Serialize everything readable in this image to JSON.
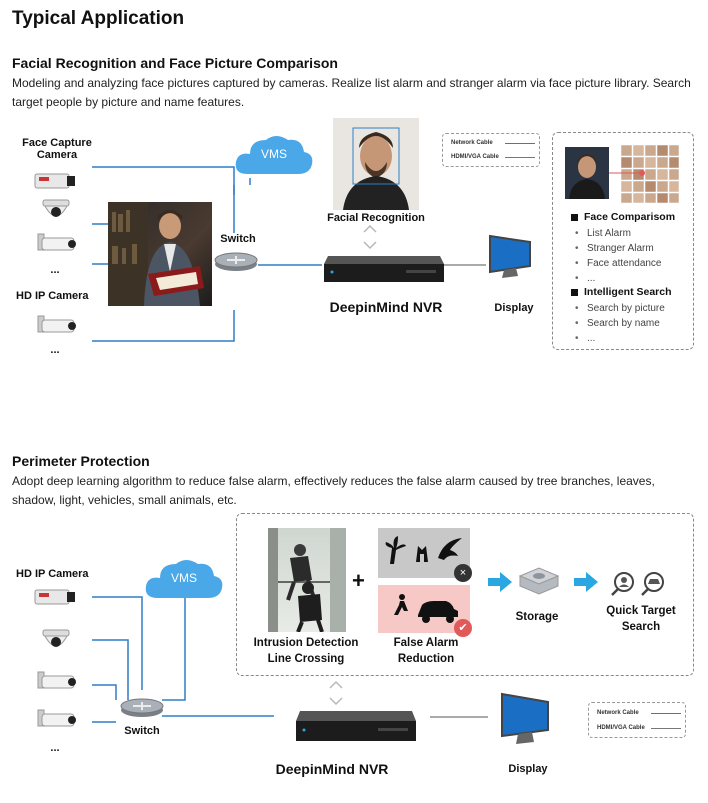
{
  "page": {
    "title": "Typical Application"
  },
  "face": {
    "title": "Facial Recognition and Face Picture Comparison",
    "description": "Modeling and analyzing face pictures captured by cameras. Realize list alarm and stranger alarm via face picture library. Search target people by picture and name features.",
    "face_capture_camera": "Face Capture\nCamera",
    "face_capture_camera_l1": "Face Capture",
    "face_capture_camera_l2": "Camera",
    "ellipsis": "...",
    "hd_ip_camera": "HD IP Camera",
    "vms": "VMS",
    "switch": "Switch",
    "facial_recognition": "Facial Recognition",
    "nvr": "DeepinMind NVR",
    "display": "Display",
    "legend": {
      "network": "Network Cable",
      "hdmi": "HDMI/VGA Cable"
    },
    "features": {
      "comparison_title": "Face Comparisom",
      "comparison_items": [
        "List Alarm",
        "Stranger Alarm",
        "Face attendance",
        "..."
      ],
      "search_title": "Intelligent Search",
      "search_items": [
        "Search by picture",
        "Search by name",
        "..."
      ]
    }
  },
  "perimeter": {
    "title": "Perimeter Protection",
    "description": "Adopt deep learning algorithm to reduce false alarm, effectively reduces the false alarm caused by tree branches, leaves, shadow, light, vehicles, small animals, etc.",
    "hd_ip_camera": "HD IP Camera",
    "ellipsis": "...",
    "vms": "VMS",
    "switch": "Switch",
    "intrusion_l1": "Intrusion Detection",
    "intrusion_l2": "Line Crossing",
    "plus": "+",
    "false_alarm_l1": "False Alarm",
    "false_alarm_l2": "Reduction",
    "storage": "Storage",
    "quick_l1": "Quick Target",
    "quick_l2": "Search",
    "nvr": "DeepinMind NVR",
    "display": "Display",
    "legend": {
      "network": "Network Cable",
      "hdmi": "HDMI/VGA Cable"
    }
  },
  "colors": {
    "network": "#2e7fc6",
    "hdmi": "#777777",
    "accent": "#2aa7e0",
    "alarm": "#e05a5a"
  }
}
